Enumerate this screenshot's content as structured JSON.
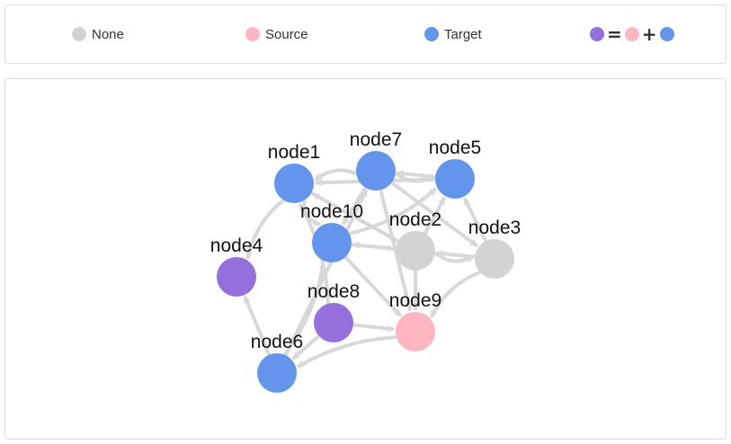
{
  "legend": {
    "colors": {
      "none": "#d3d3d3",
      "source": "#ffb6c1",
      "target": "#6495ed",
      "both": "#9370db"
    },
    "items": [
      {
        "key": "none",
        "label": "None"
      },
      {
        "key": "source",
        "label": "Source"
      },
      {
        "key": "target",
        "label": "Target"
      }
    ],
    "combo": {
      "equals": "=",
      "plus": "+"
    }
  },
  "graph": {
    "edge_color": "#d8d8d8",
    "nodes": [
      {
        "id": "node1",
        "label": "node1",
        "role": "target"
      },
      {
        "id": "node2",
        "label": "node2",
        "role": "none"
      },
      {
        "id": "node3",
        "label": "node3",
        "role": "none"
      },
      {
        "id": "node4",
        "label": "node4",
        "role": "both"
      },
      {
        "id": "node5",
        "label": "node5",
        "role": "target"
      },
      {
        "id": "node6",
        "label": "node6",
        "role": "target"
      },
      {
        "id": "node7",
        "label": "node7",
        "role": "target"
      },
      {
        "id": "node8",
        "label": "node8",
        "role": "both"
      },
      {
        "id": "node9",
        "label": "node9",
        "role": "source"
      },
      {
        "id": "node10",
        "label": "node10",
        "role": "target"
      }
    ],
    "edges": [
      {
        "source": "node7",
        "target": "node1"
      },
      {
        "source": "node2",
        "target": "node1"
      },
      {
        "source": "node5",
        "target": "node1"
      },
      {
        "source": "node1",
        "target": "node4"
      },
      {
        "source": "node6",
        "target": "node4"
      },
      {
        "source": "node8",
        "target": "node6"
      },
      {
        "source": "node9",
        "target": "node6"
      },
      {
        "source": "node8",
        "target": "node9"
      },
      {
        "source": "node7",
        "target": "node9"
      },
      {
        "source": "node3",
        "target": "node9"
      },
      {
        "source": "node2",
        "target": "node9"
      },
      {
        "source": "node10",
        "target": "node9"
      },
      {
        "source": "node7",
        "target": "node5"
      },
      {
        "source": "node2",
        "target": "node5"
      },
      {
        "source": "node3",
        "target": "node5"
      },
      {
        "source": "node10",
        "target": "node5"
      },
      {
        "source": "node7",
        "target": "node10"
      },
      {
        "source": "node2",
        "target": "node10"
      },
      {
        "source": "node6",
        "target": "node10"
      },
      {
        "source": "node1",
        "target": "node2"
      },
      {
        "source": "node3",
        "target": "node2"
      },
      {
        "source": "node2",
        "target": "node3"
      },
      {
        "source": "node7",
        "target": "node3"
      },
      {
        "source": "node6",
        "target": "node7"
      },
      {
        "source": "node8",
        "target": "node1"
      },
      {
        "source": "node10",
        "target": "node2"
      },
      {
        "source": "node5",
        "target": "node7"
      },
      {
        "source": "node1",
        "target": "node10"
      }
    ]
  }
}
